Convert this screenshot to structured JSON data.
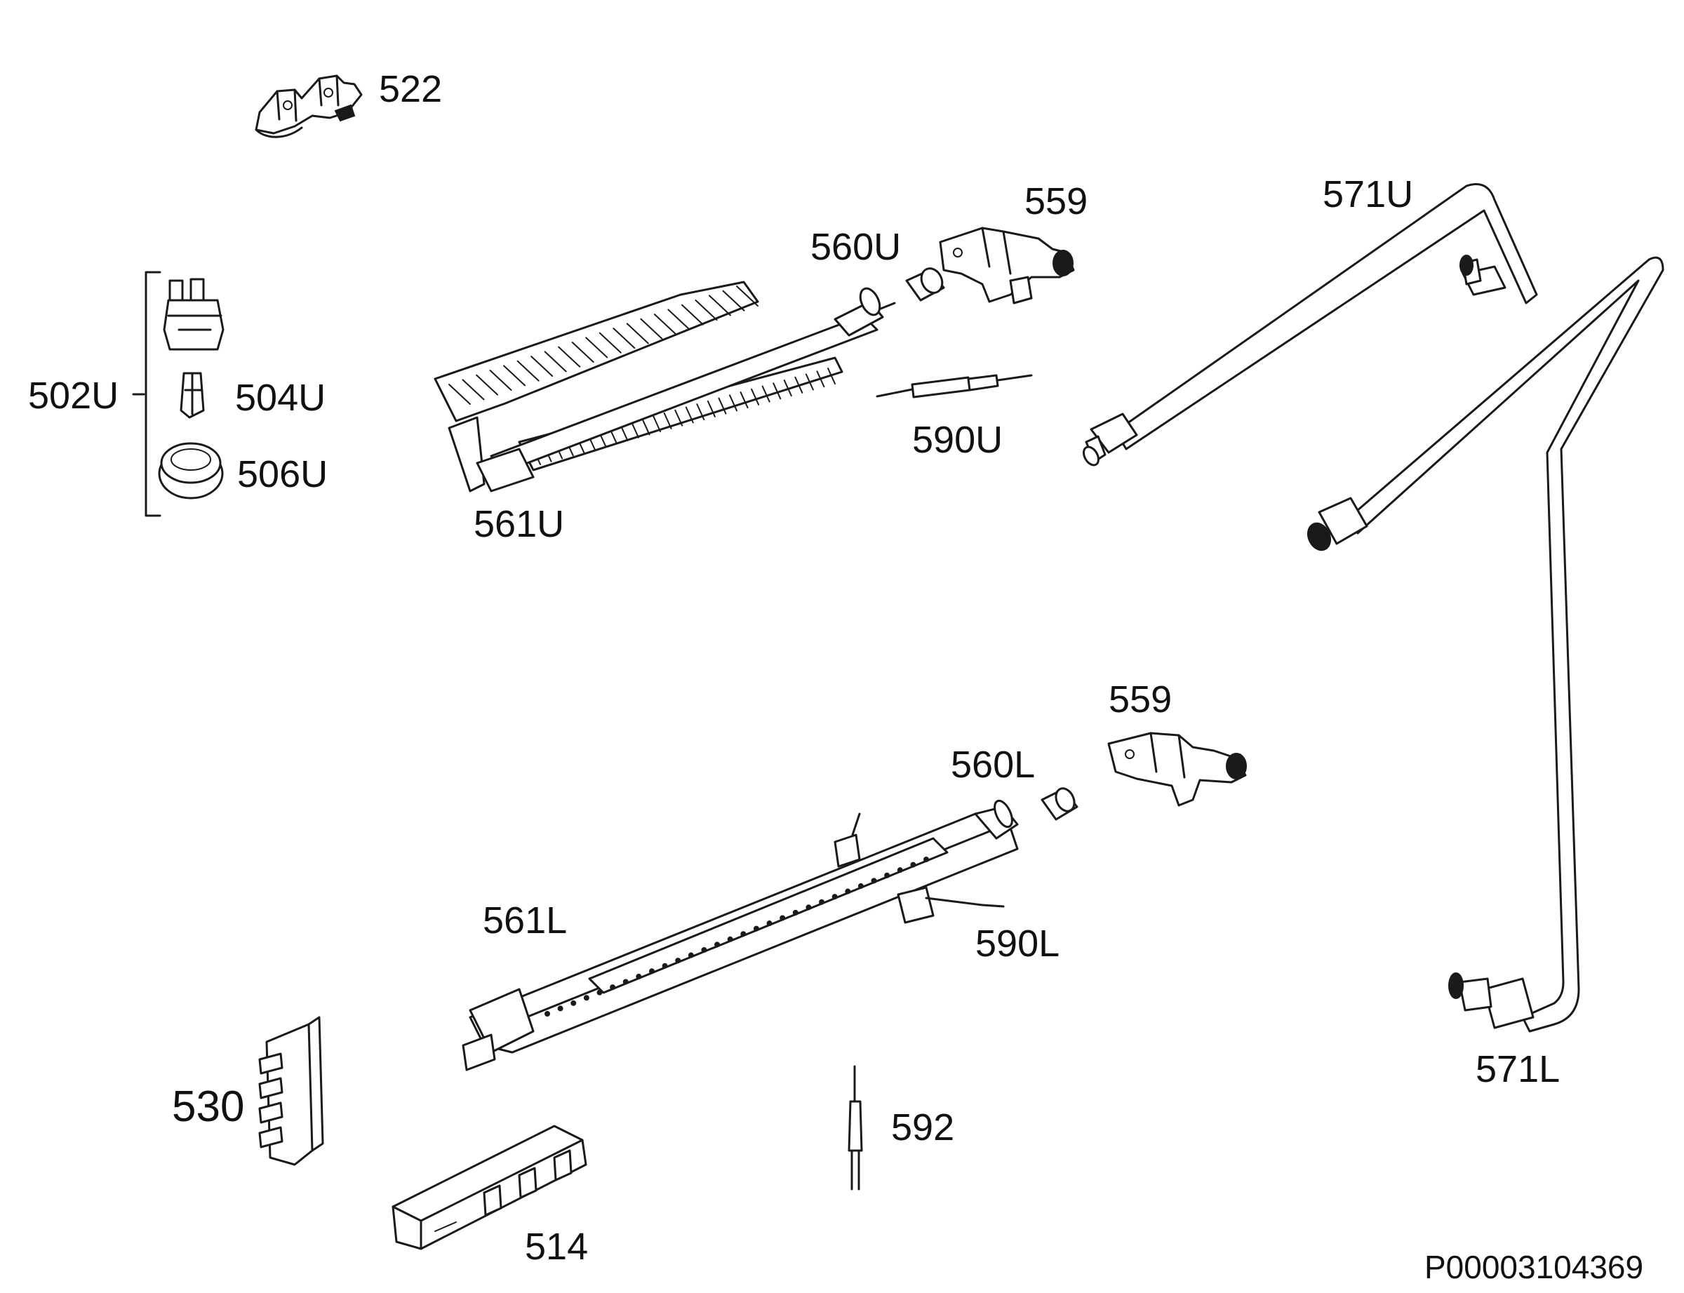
{
  "diagram": {
    "labels": {
      "l522": "522",
      "l559u": "559",
      "l560u": "560U",
      "l571u": "571U",
      "l502u": "502U",
      "l504u": "504U",
      "l506u": "506U",
      "l590u": "590U",
      "l561u": "561U",
      "l559l": "559",
      "l560l": "560L",
      "l561l": "561L",
      "l590l": "590L",
      "l571l": "571L",
      "l530": "530",
      "l592": "592",
      "l514": "514"
    },
    "reference": "P00003104369"
  }
}
